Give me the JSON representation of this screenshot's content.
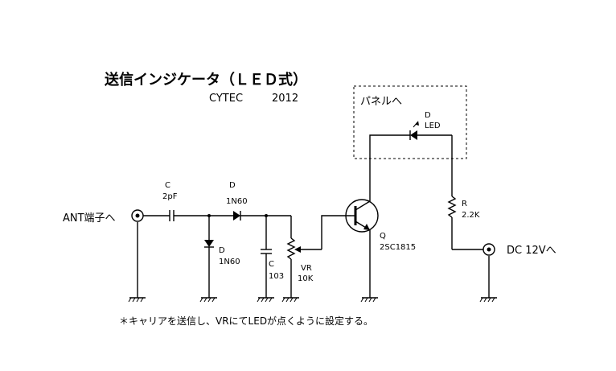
{
  "title": "送信インジケータ（ＬＥＤ式）",
  "author": "CYTEC",
  "year": "2012",
  "panel_label": "パネルへ",
  "ant_label": "ANT端子へ",
  "dc_label": "DC  12Vへ",
  "components": {
    "c1": {
      "ref": "C",
      "value": "2pF"
    },
    "d1": {
      "ref": "D",
      "value": "1N60"
    },
    "d2": {
      "ref": "D",
      "value": "1N60"
    },
    "c2": {
      "ref": "C",
      "value": "103"
    },
    "vr": {
      "ref": "VR",
      "value": "10K"
    },
    "q": {
      "ref": "Q",
      "value": "2SC1815"
    },
    "led": {
      "ref": "D",
      "value": "LED"
    },
    "r": {
      "ref": "R",
      "value": "2.2K"
    }
  },
  "note": "＊キャリアを送信し、VRにてLEDが点くように設定する。"
}
